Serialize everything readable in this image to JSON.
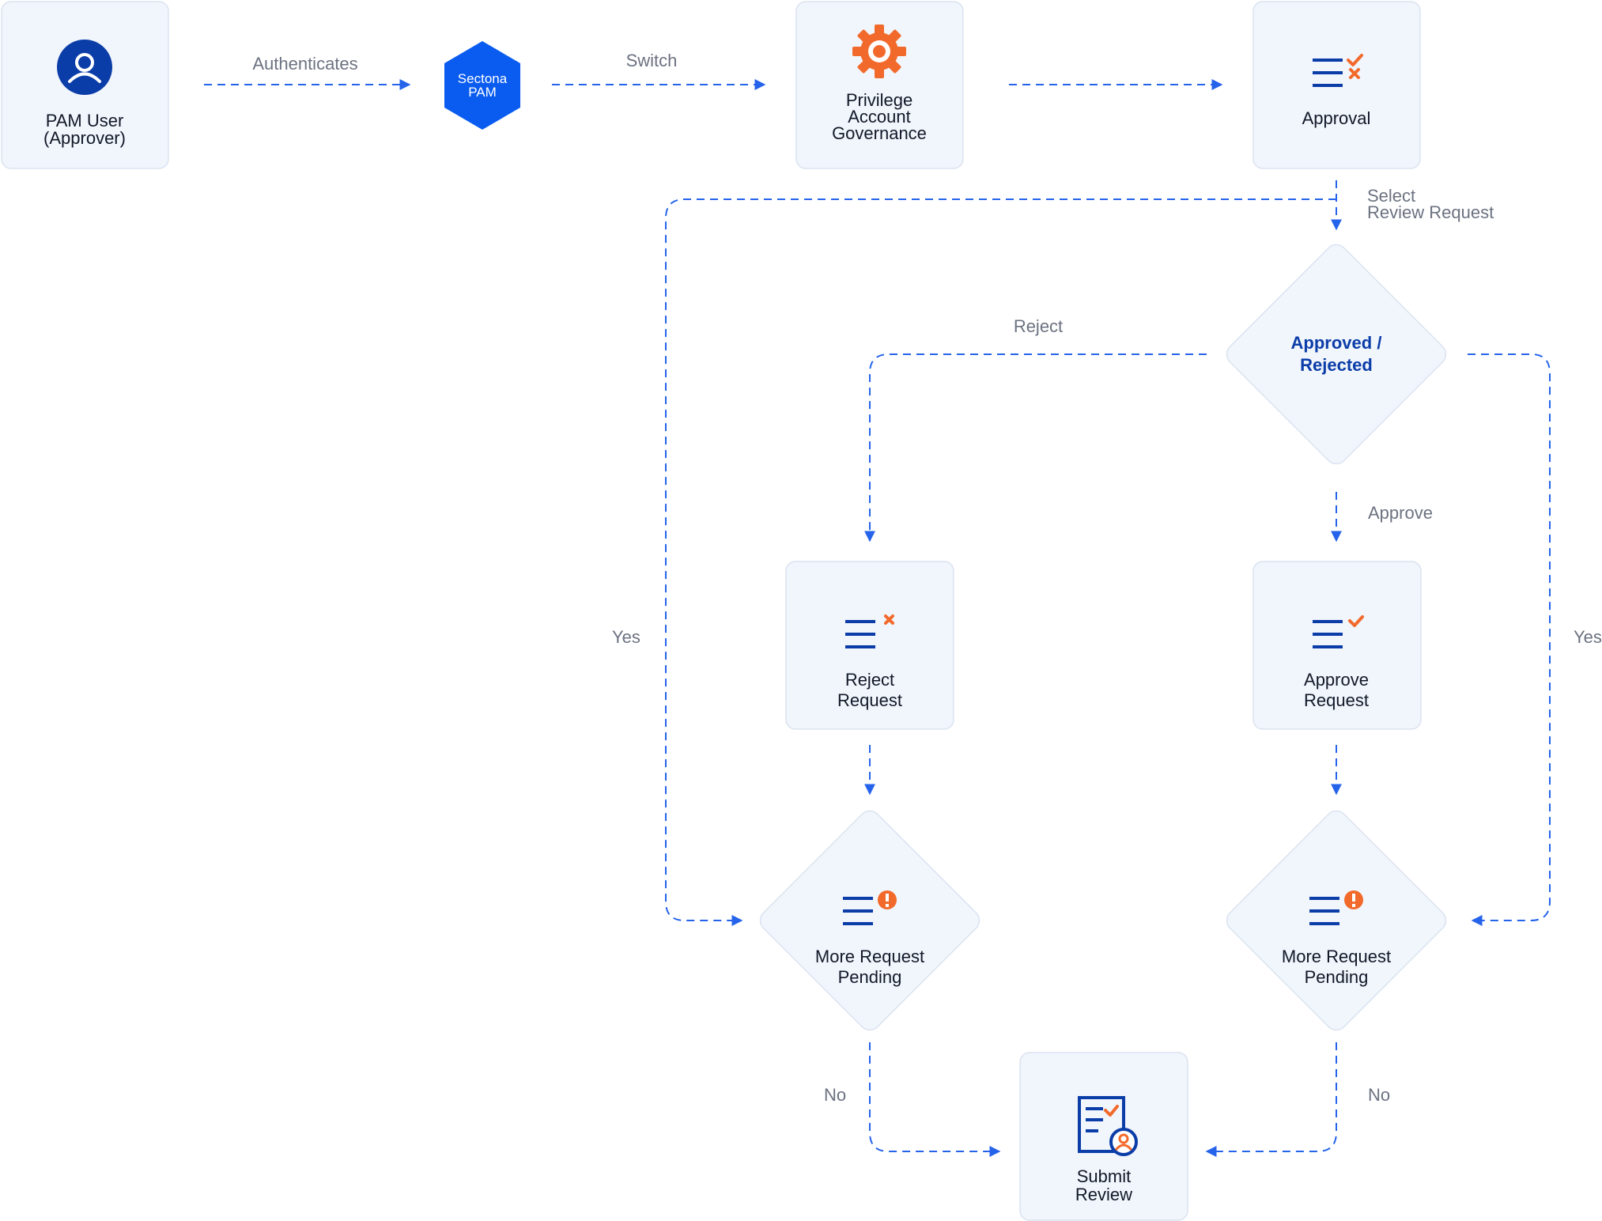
{
  "nodes": {
    "pam_user": {
      "line1": "PAM User",
      "line2": "(Approver)"
    },
    "sectona_pam": {
      "line1": "Sectona",
      "line2": "PAM"
    },
    "governance": {
      "line1": "Privilege",
      "line2": "Account",
      "line3": "Governance"
    },
    "approval": {
      "line1": "Approval"
    },
    "decision": {
      "line1": "Approved /",
      "line2": "Rejected"
    },
    "reject_request": {
      "line1": "Reject",
      "line2": "Request"
    },
    "approve_request": {
      "line1": "Approve",
      "line2": "Request"
    },
    "pending_left": {
      "line1": "More Request",
      "line2": "Pending"
    },
    "pending_right": {
      "line1": "More Request",
      "line2": "Pending"
    },
    "submit_review": {
      "line1": "Submit",
      "line2": "Review"
    }
  },
  "edge_labels": {
    "authenticates": "Authenticates",
    "switch": "Switch",
    "select_line1": "Select",
    "select_line2": "Review Request",
    "reject": "Reject",
    "approve": "Approve",
    "yes_left": "Yes",
    "yes_right": "Yes",
    "no_left": "No",
    "no_right": "No"
  },
  "colors": {
    "primary_blue": "#0b3da8",
    "accent_orange": "#f26a2b",
    "edge_blue": "#2563eb",
    "hex_blue": "#0a5cf0",
    "node_fill": "#f1f5fc"
  },
  "icons": [
    "user-icon",
    "hexagon-logo-icon",
    "gear-icon",
    "checklist-approve-reject-icon",
    "checklist-reject-icon",
    "checklist-approve-icon",
    "checklist-alert-icon",
    "document-user-icon"
  ]
}
